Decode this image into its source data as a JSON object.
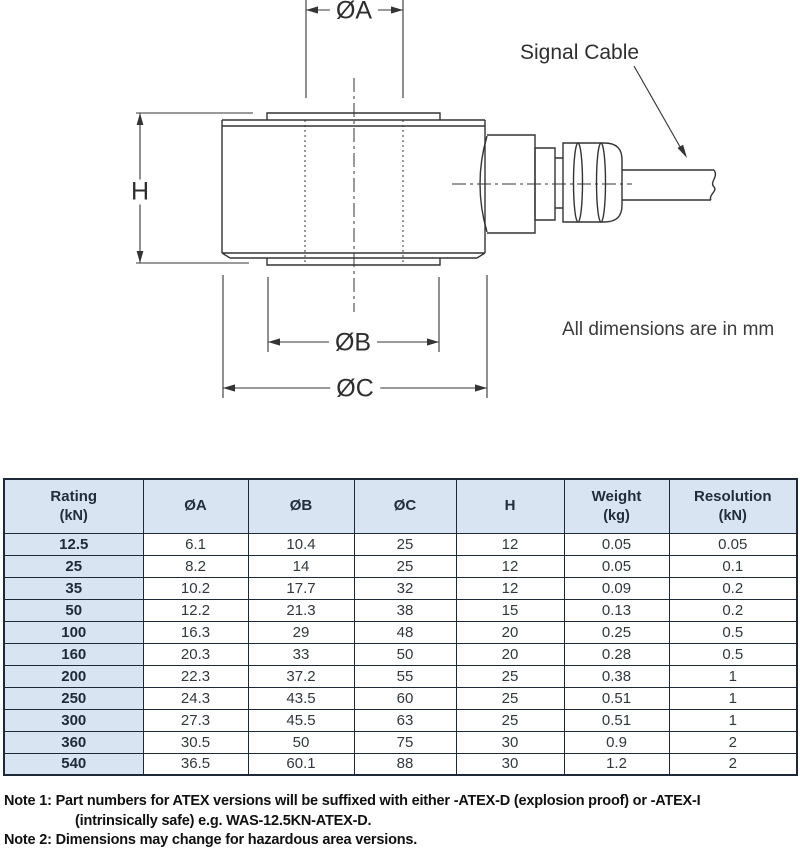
{
  "diagram": {
    "labels": {
      "dia_a": "ØA",
      "dia_b": "ØB",
      "dia_c": "ØC",
      "height": "H",
      "signal_cable": "Signal Cable",
      "units_note": "All dimensions are in mm"
    }
  },
  "table": {
    "headers": [
      {
        "label": "Rating",
        "sub": "(kN)"
      },
      {
        "label": "ØA",
        "sub": ""
      },
      {
        "label": "ØB",
        "sub": ""
      },
      {
        "label": "ØC",
        "sub": ""
      },
      {
        "label": "H",
        "sub": ""
      },
      {
        "label": "Weight",
        "sub": "(kg)"
      },
      {
        "label": "Resolution",
        "sub": "(kN)"
      }
    ],
    "rows": [
      [
        "12.5",
        "6.1",
        "10.4",
        "25",
        "12",
        "0.05",
        "0.05"
      ],
      [
        "25",
        "8.2",
        "14",
        "25",
        "12",
        "0.05",
        "0.1"
      ],
      [
        "35",
        "10.2",
        "17.7",
        "32",
        "12",
        "0.09",
        "0.2"
      ],
      [
        "50",
        "12.2",
        "21.3",
        "38",
        "15",
        "0.13",
        "0.2"
      ],
      [
        "100",
        "16.3",
        "29",
        "48",
        "20",
        "0.25",
        "0.5"
      ],
      [
        "160",
        "20.3",
        "33",
        "50",
        "20",
        "0.28",
        "0.5"
      ],
      [
        "200",
        "22.3",
        "37.2",
        "55",
        "25",
        "0.38",
        "1"
      ],
      [
        "250",
        "24.3",
        "43.5",
        "60",
        "25",
        "0.51",
        "1"
      ],
      [
        "300",
        "27.3",
        "45.5",
        "63",
        "25",
        "0.51",
        "1"
      ],
      [
        "360",
        "30.5",
        "50",
        "75",
        "30",
        "0.9",
        "2"
      ],
      [
        "540",
        "36.5",
        "60.1",
        "88",
        "30",
        "1.2",
        "2"
      ]
    ]
  },
  "notes": {
    "note1_label": "Note 1:",
    "note1_text": " Part numbers for ATEX versions will be suffixed with either -ATEX-D (explosion proof) or -ATEX-I",
    "note1_cont": "(intrinsically safe) e.g. WAS-12.5KN-ATEX-D.",
    "note2_label": "Note 2:",
    "note2_text": " Dimensions may change for hazardous area versions."
  },
  "colors": {
    "header_bg": "#d8e4f1",
    "table_border": "#1f2837",
    "drawing_stroke": "#343434"
  }
}
